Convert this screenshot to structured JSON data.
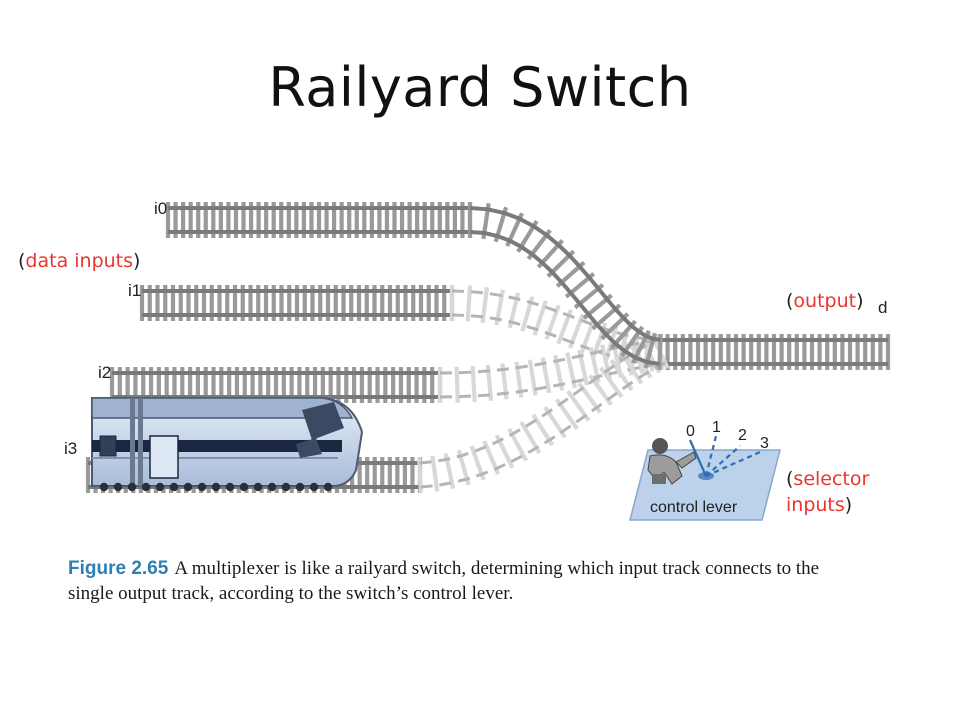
{
  "title": "Railyard Switch",
  "tracks": {
    "inputs": [
      "i0",
      "i1",
      "i2",
      "i3"
    ],
    "output": "d"
  },
  "annotations": {
    "data_inputs": "data inputs",
    "output": "output",
    "selector_line1": "selector",
    "selector_line2": "inputs",
    "open_paren": "(",
    "close_paren": ")"
  },
  "control": {
    "label": "control lever",
    "positions": [
      "0",
      "1",
      "2",
      "3"
    ]
  },
  "caption": {
    "figure_number": "Figure 2.65",
    "text": "A multiplexer is like a railyard switch, determining which input track connects to the single output track, according to the switch’s control lever."
  },
  "colors": {
    "rail": "#7a7a7a",
    "tie": "#9a9a9a",
    "tie_faded": "#d8d8d8",
    "annotation_red": "#e8362f",
    "lever_blue": "#2b6fb5",
    "panel_blue": "#bcd1ea",
    "train_body": "#c5d5ea",
    "caption_blue": "#2d7fb4"
  }
}
